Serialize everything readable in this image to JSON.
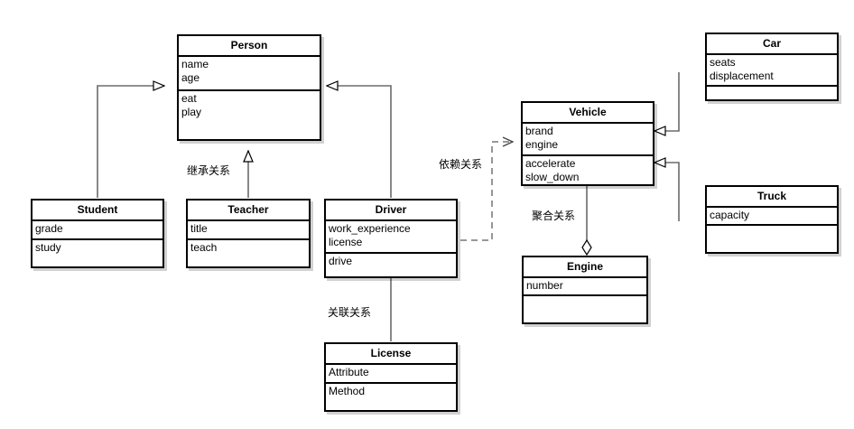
{
  "diagram": {
    "title": "UML Class Diagram",
    "background_color": "#ffffff",
    "line_color": "#3f3f3f",
    "border_color": "#000000"
  },
  "classes": {
    "person": {
      "name": "Person",
      "attributes": [
        "name",
        "age"
      ],
      "methods": [
        "eat",
        "play"
      ]
    },
    "student": {
      "name": "Student",
      "attributes": [
        "grade"
      ],
      "methods": [
        "study"
      ]
    },
    "teacher": {
      "name": "Teacher",
      "attributes": [
        "title"
      ],
      "methods": [
        "teach"
      ]
    },
    "driver": {
      "name": "Driver",
      "attributes": [
        "work_experience",
        "license"
      ],
      "methods": [
        "drive"
      ]
    },
    "license": {
      "name": "License",
      "attributes": [
        "Attribute"
      ],
      "methods": [
        "Method"
      ]
    },
    "vehicle": {
      "name": "Vehicle",
      "attributes": [
        "brand",
        "engine"
      ],
      "methods": [
        "accelerate",
        "slow_down"
      ]
    },
    "car": {
      "name": "Car",
      "attributes": [
        "seats",
        "displacement"
      ],
      "methods": []
    },
    "truck": {
      "name": "Truck",
      "attributes": [
        "capacity"
      ],
      "methods": []
    },
    "engine": {
      "name": "Engine",
      "attributes": [
        "number"
      ],
      "methods": []
    }
  },
  "edge_labels": {
    "inheritance": "继承关系",
    "dependency": "依赖关系",
    "aggregation": "聚合关系",
    "association": "关联关系"
  }
}
